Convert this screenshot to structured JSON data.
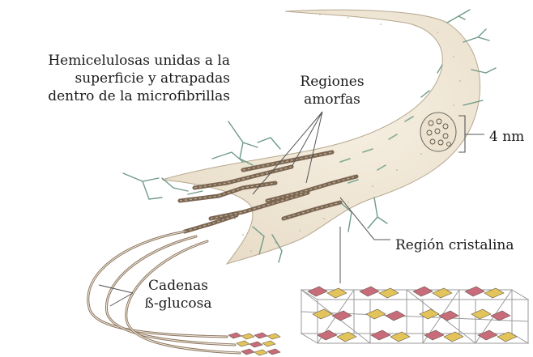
{
  "labels": {
    "hemicellulose": [
      "Hemicelulosas unidas a la",
      "superficie y atrapadas",
      "dentro de la microfibrillas"
    ],
    "amorphous": [
      "Regiones",
      "amorfas"
    ],
    "diameter": "4 nm",
    "crystalline": "Región cristalina",
    "chains": [
      "Cadenas",
      "ß-glucosa"
    ]
  },
  "colors": {
    "fibril_fill": "#efe6d6",
    "fibril_edge": "#b7a88f",
    "hemicellulose": "#6f9a88",
    "chain_brown": "#7b6652",
    "glucose_pink": "#c86b7a",
    "glucose_yellow": "#e2c45a",
    "lattice": "#9a9a9a"
  }
}
